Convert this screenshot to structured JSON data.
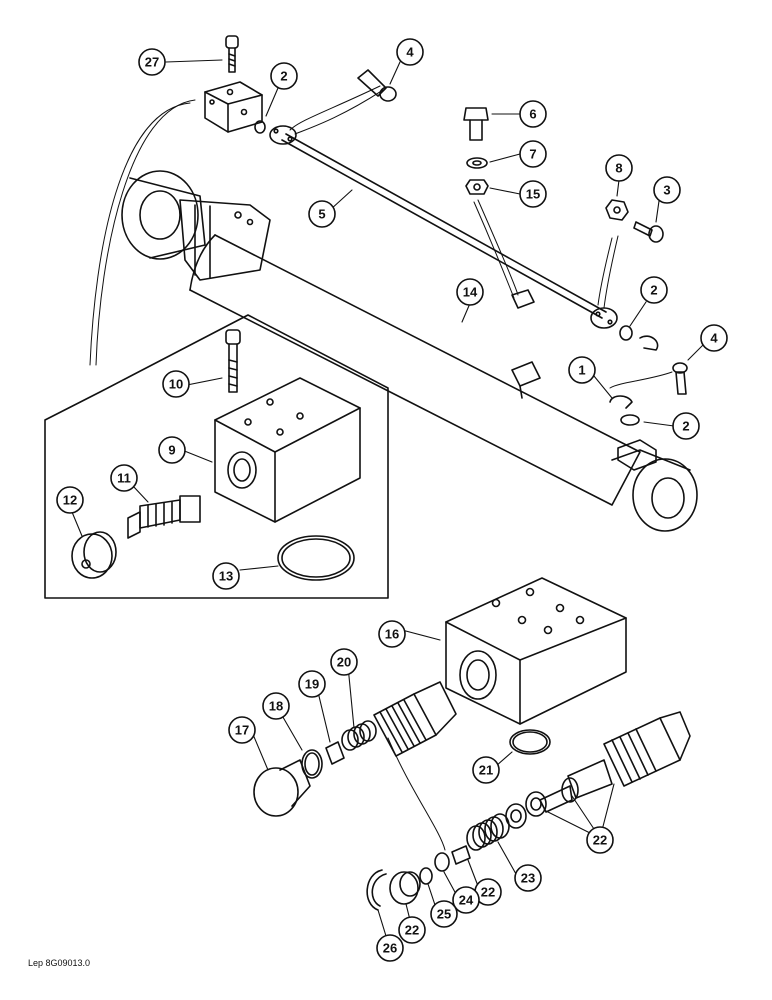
{
  "drawing_ref": "Lep 8G09013.0",
  "callouts": [
    {
      "id": "c27",
      "label": "27"
    },
    {
      "id": "c2a",
      "label": "2"
    },
    {
      "id": "c4a",
      "label": "4"
    },
    {
      "id": "c6",
      "label": "6"
    },
    {
      "id": "c7",
      "label": "7"
    },
    {
      "id": "c15",
      "label": "15"
    },
    {
      "id": "c8",
      "label": "8"
    },
    {
      "id": "c3",
      "label": "3"
    },
    {
      "id": "c5",
      "label": "5"
    },
    {
      "id": "c14",
      "label": "14"
    },
    {
      "id": "c2b",
      "label": "2"
    },
    {
      "id": "c4b",
      "label": "4"
    },
    {
      "id": "c1",
      "label": "1"
    },
    {
      "id": "c2c",
      "label": "2"
    },
    {
      "id": "c10",
      "label": "10"
    },
    {
      "id": "c9",
      "label": "9"
    },
    {
      "id": "c11",
      "label": "11"
    },
    {
      "id": "c12",
      "label": "12"
    },
    {
      "id": "c13",
      "label": "13"
    },
    {
      "id": "c16",
      "label": "16"
    },
    {
      "id": "c17",
      "label": "17"
    },
    {
      "id": "c18",
      "label": "18"
    },
    {
      "id": "c19",
      "label": "19"
    },
    {
      "id": "c20",
      "label": "20"
    },
    {
      "id": "c21",
      "label": "21"
    },
    {
      "id": "c22a",
      "label": "22"
    },
    {
      "id": "c23",
      "label": "23"
    },
    {
      "id": "c22b",
      "label": "22"
    },
    {
      "id": "c24",
      "label": "24"
    },
    {
      "id": "c25",
      "label": "25"
    },
    {
      "id": "c22c",
      "label": "22"
    },
    {
      "id": "c26",
      "label": "26"
    }
  ]
}
